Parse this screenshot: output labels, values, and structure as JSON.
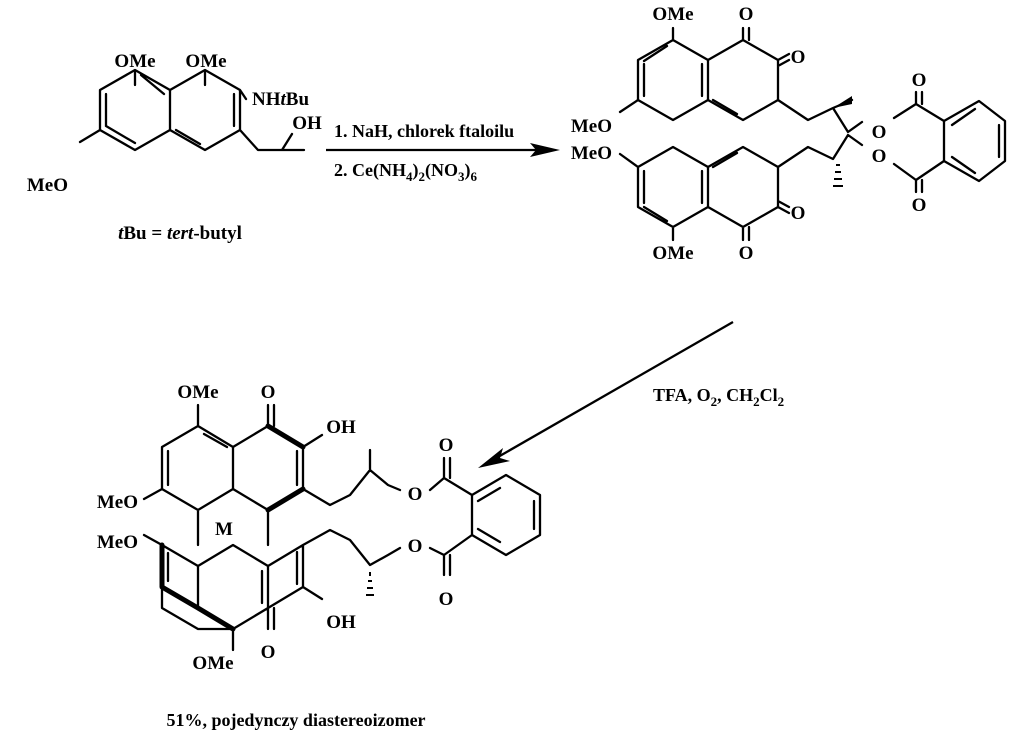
{
  "scheme": {
    "colors": {
      "ink": "#000000",
      "background": "#ffffff"
    },
    "start": {
      "labels": {
        "ome1": "OMe",
        "ome2": "OMe",
        "meo": "MeO",
        "oh": "OH"
      },
      "nh_base": "NH",
      "nh_t": "t",
      "nh_bu": "Bu",
      "note": {
        "t": "t",
        "bu_eq": "Bu = ",
        "tert": "tert",
        "butyl": "-butyl"
      }
    },
    "step1": {
      "line1": "1. NaH, chlorek ftaloilu",
      "line2_parts": [
        "2. Ce(NH",
        "4",
        ")",
        "2",
        "(NO",
        "3",
        ")",
        "6"
      ]
    },
    "intermediate": {
      "labels": {
        "ome_top": "OMe",
        "o_top1": "O",
        "o_top2": "O",
        "meo_top": "MeO",
        "o_ester_top": "O",
        "o_carb1": "O",
        "meo_bot": "MeO",
        "o_ester_bot": "O",
        "o_carb2": "O",
        "o_bot1": "O",
        "o_bot2": "O",
        "ome_bot": "OMe"
      }
    },
    "step2": {
      "parts": [
        "TFA, O",
        "2",
        ", CH",
        "2",
        "Cl",
        "2"
      ]
    },
    "product": {
      "labels": {
        "ome_top": "OMe",
        "o_top": "O",
        "oh_top": "OH",
        "meo1": "MeO",
        "o_ester1": "O",
        "o_carb1": "O",
        "m": "M",
        "meo2": "MeO",
        "o_ester2": "O",
        "o_carb2": "O",
        "oh_bot": "OH",
        "o_bot": "O",
        "ome_bot": "OMe"
      }
    },
    "caption": "51%, pojedynczy diastereoizomer"
  }
}
